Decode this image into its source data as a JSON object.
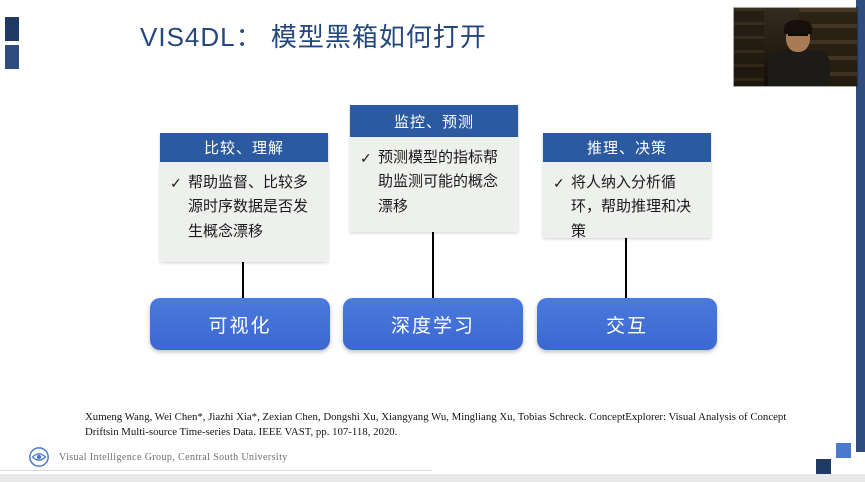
{
  "slide": {
    "title": "VIS4DL：  模型黑箱如何打开",
    "columns": [
      {
        "header": "比较、理解",
        "check": "✓",
        "body": "帮助监督、比较多源时序数据是否发生概念漂移",
        "button": "可视化"
      },
      {
        "header": "监控、预测",
        "check": "✓",
        "body": "预测模型的指标帮助监测可能的概念漂移",
        "button": "深度学习"
      },
      {
        "header": "推理、决策",
        "check": "✓",
        "body": "将人纳入分析循环，帮助推理和决策",
        "button": "交互"
      }
    ],
    "citation": "Xumeng Wang, Wei Chen*, Jiazhi Xia*, Zexian Chen, Dongshi Xu, Xiangyang Wu, Mingliang Xu, Tobias Schreck. ConceptExplorer: Visual Analysis of Concept Driftsin Multi-source Time-series Data. IEEE VAST, pp. 107-118, 2020.",
    "footer": "Visual Intelligence Group, Central South University"
  },
  "colors": {
    "header_blue": "#2c5aa0",
    "body_gray": "#eef0ed",
    "button_blue": "#3c68cf",
    "title_navy": "#24477e",
    "accent_dark_navy": "#203a66",
    "accent_blue": "#4b79d0"
  }
}
